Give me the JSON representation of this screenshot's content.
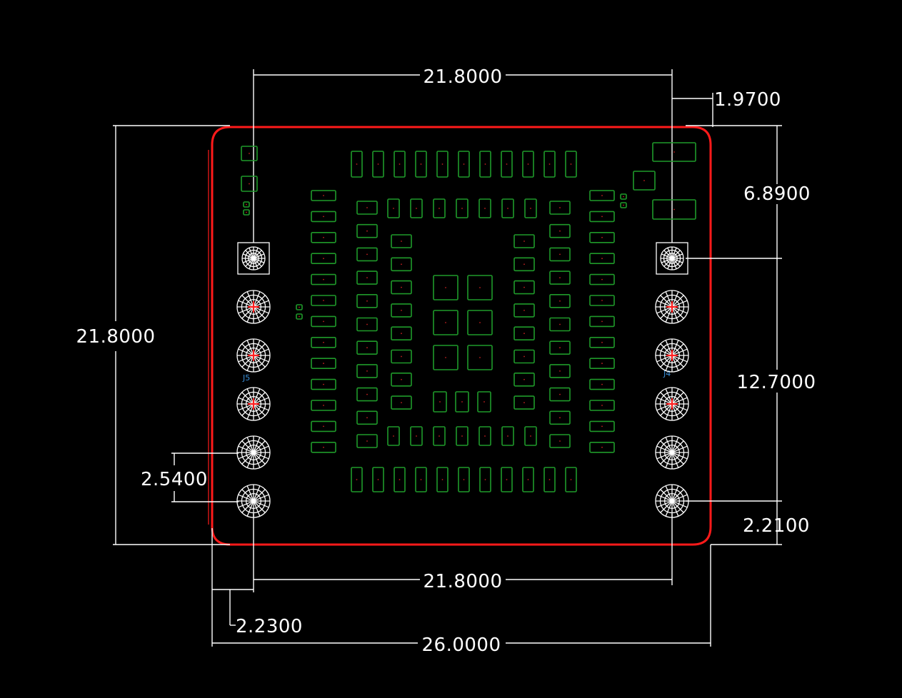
{
  "dimensions": {
    "top_width": "21.8000",
    "top_right_offset": "1.9700",
    "right_top_offset": "6.8900",
    "right_span": "12.7000",
    "right_bottom_offset": "2.2100",
    "left_height": "21.8000",
    "pin_pitch": "2.5400",
    "bottom_inner_width": "21.8000",
    "bottom_left_offset": "2.2300",
    "overall_width": "26.0000"
  },
  "ref_labels": {
    "left_header": "J5",
    "right_header": "J4"
  },
  "colors": {
    "board_outline": "#ff1a1a",
    "copper_pad": "#1f9a2a",
    "dimension": "#ffffff",
    "silkscreen_ref": "#3a8fd8",
    "pad_center": "#c02020"
  }
}
